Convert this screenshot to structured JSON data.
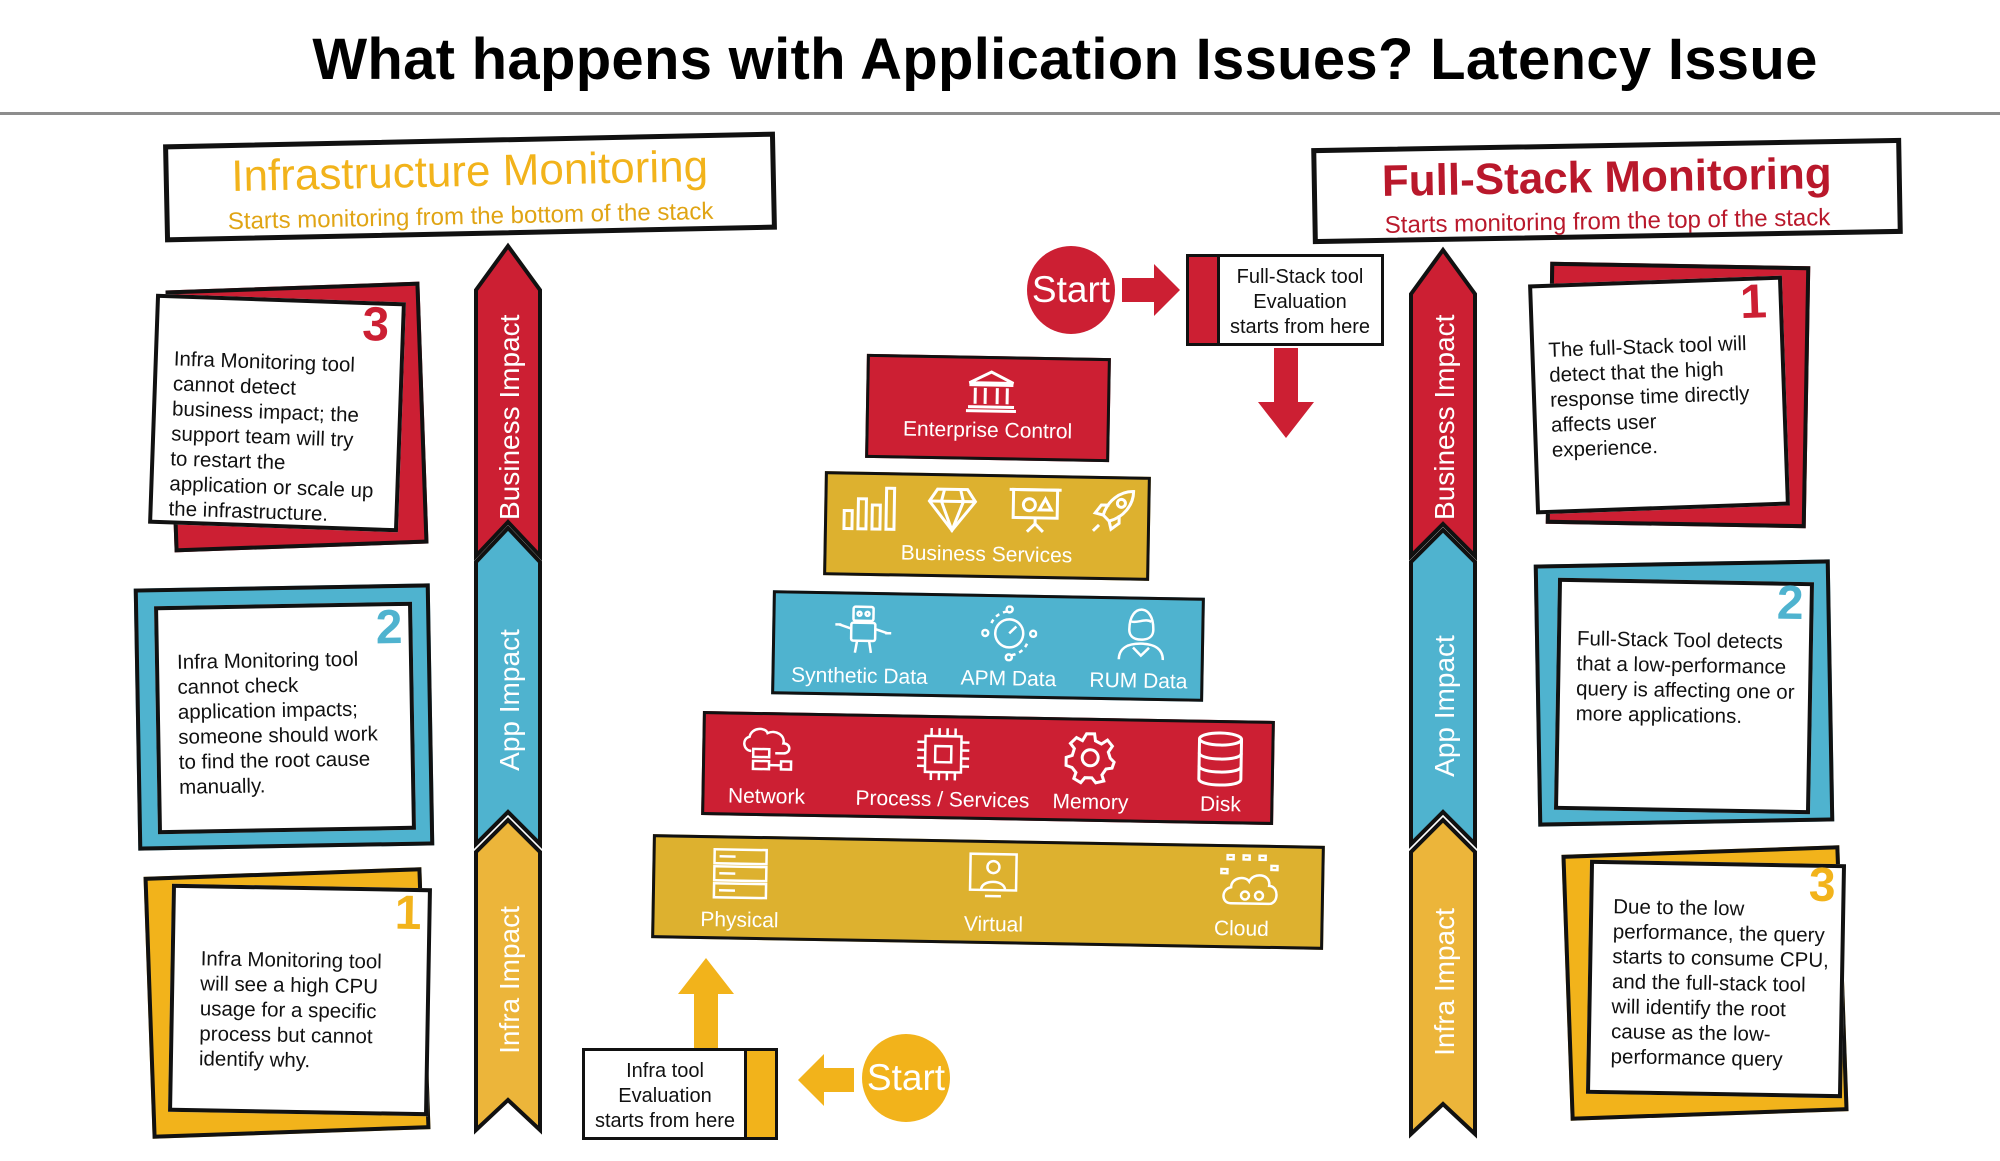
{
  "title": "What happens with Application Issues? Latency Issue",
  "colors": {
    "red": "#cc1f33",
    "yellow": "#f2b31b",
    "blue": "#4fb3cf",
    "gold": "#ddb12f",
    "dark": "#111111"
  },
  "infra_header": {
    "title": "Infrastructure Monitoring",
    "subtitle": "Starts monitoring from the bottom of the stack"
  },
  "fullstack_header": {
    "title": "Full-Stack Monitoring",
    "subtitle": "Starts monitoring from the top of the stack"
  },
  "impact_labels": {
    "business": "Business Impact",
    "app": "App Impact",
    "infra": "Infra Impact"
  },
  "infra_cards": [
    {
      "number": "3",
      "lines": [
        "Infra Monitoring tool",
        "cannot detect",
        "business impact; the",
        "support team will try",
        "to restart the",
        "application or scale up",
        "the infrastructure."
      ]
    },
    {
      "number": "2",
      "lines": [
        "Infra Monitoring tool",
        "cannot check",
        "application impacts;",
        "someone should work",
        "to find the root cause",
        "manually."
      ]
    },
    {
      "number": "1",
      "lines": [
        "Infra Monitoring tool",
        "will see a high CPU",
        "usage for a specific",
        "process but cannot",
        "identify why."
      ]
    }
  ],
  "fullstack_cards": [
    {
      "number": "1",
      "lines": [
        "The full-Stack tool will",
        "detect that the high",
        "response time directly",
        "affects user",
        "experience."
      ]
    },
    {
      "number": "2",
      "lines": [
        "Full-Stack Tool detects",
        "that a low-performance",
        "query is affecting one or",
        "more applications."
      ]
    },
    {
      "number": "3",
      "lines": [
        "Due to the low",
        "performance, the query",
        "starts to consume CPU,",
        "and the full-stack tool",
        "will identify the root",
        "cause as the low-",
        "performance query"
      ]
    }
  ],
  "pyramid": {
    "enterprise": {
      "label": "Enterprise Control",
      "icon": "bank-icon"
    },
    "business": {
      "label": "Business Services",
      "icons": [
        "bar-chart-icon",
        "diamond-icon",
        "presentation-icon",
        "rocket-icon"
      ]
    },
    "data": [
      {
        "label": "Synthetic Data",
        "icon": "robot-icon"
      },
      {
        "label": "APM Data",
        "icon": "gauge-cycle-icon"
      },
      {
        "label": "RUM Data",
        "icon": "user-icon"
      }
    ],
    "resources": [
      {
        "label": "Network",
        "icon": "cloud-network-icon"
      },
      {
        "label": "Process / Services",
        "icon": "cpu-chip-icon"
      },
      {
        "label": "Memory",
        "icon": "gear-icon"
      },
      {
        "label": "Disk",
        "icon": "database-icon"
      }
    ],
    "infra": [
      {
        "label": "Physical",
        "icon": "server-icon"
      },
      {
        "label": "Virtual",
        "icon": "virtual-monitor-icon"
      },
      {
        "label": "Cloud",
        "icon": "cloud-icon"
      }
    ]
  },
  "start_label": "Start",
  "fullstack_eval": [
    "Full-Stack tool",
    "Evaluation",
    "starts from here"
  ],
  "infra_eval": [
    "Infra tool",
    "Evaluation",
    "starts from here"
  ]
}
